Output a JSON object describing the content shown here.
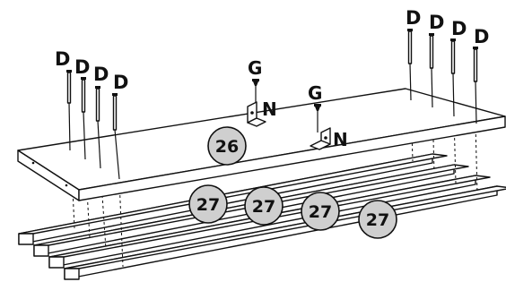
{
  "labels": {
    "screw": "D",
    "bolt": "G",
    "bracket": "N"
  },
  "callouts": {
    "panel": "26",
    "slat": "27"
  }
}
